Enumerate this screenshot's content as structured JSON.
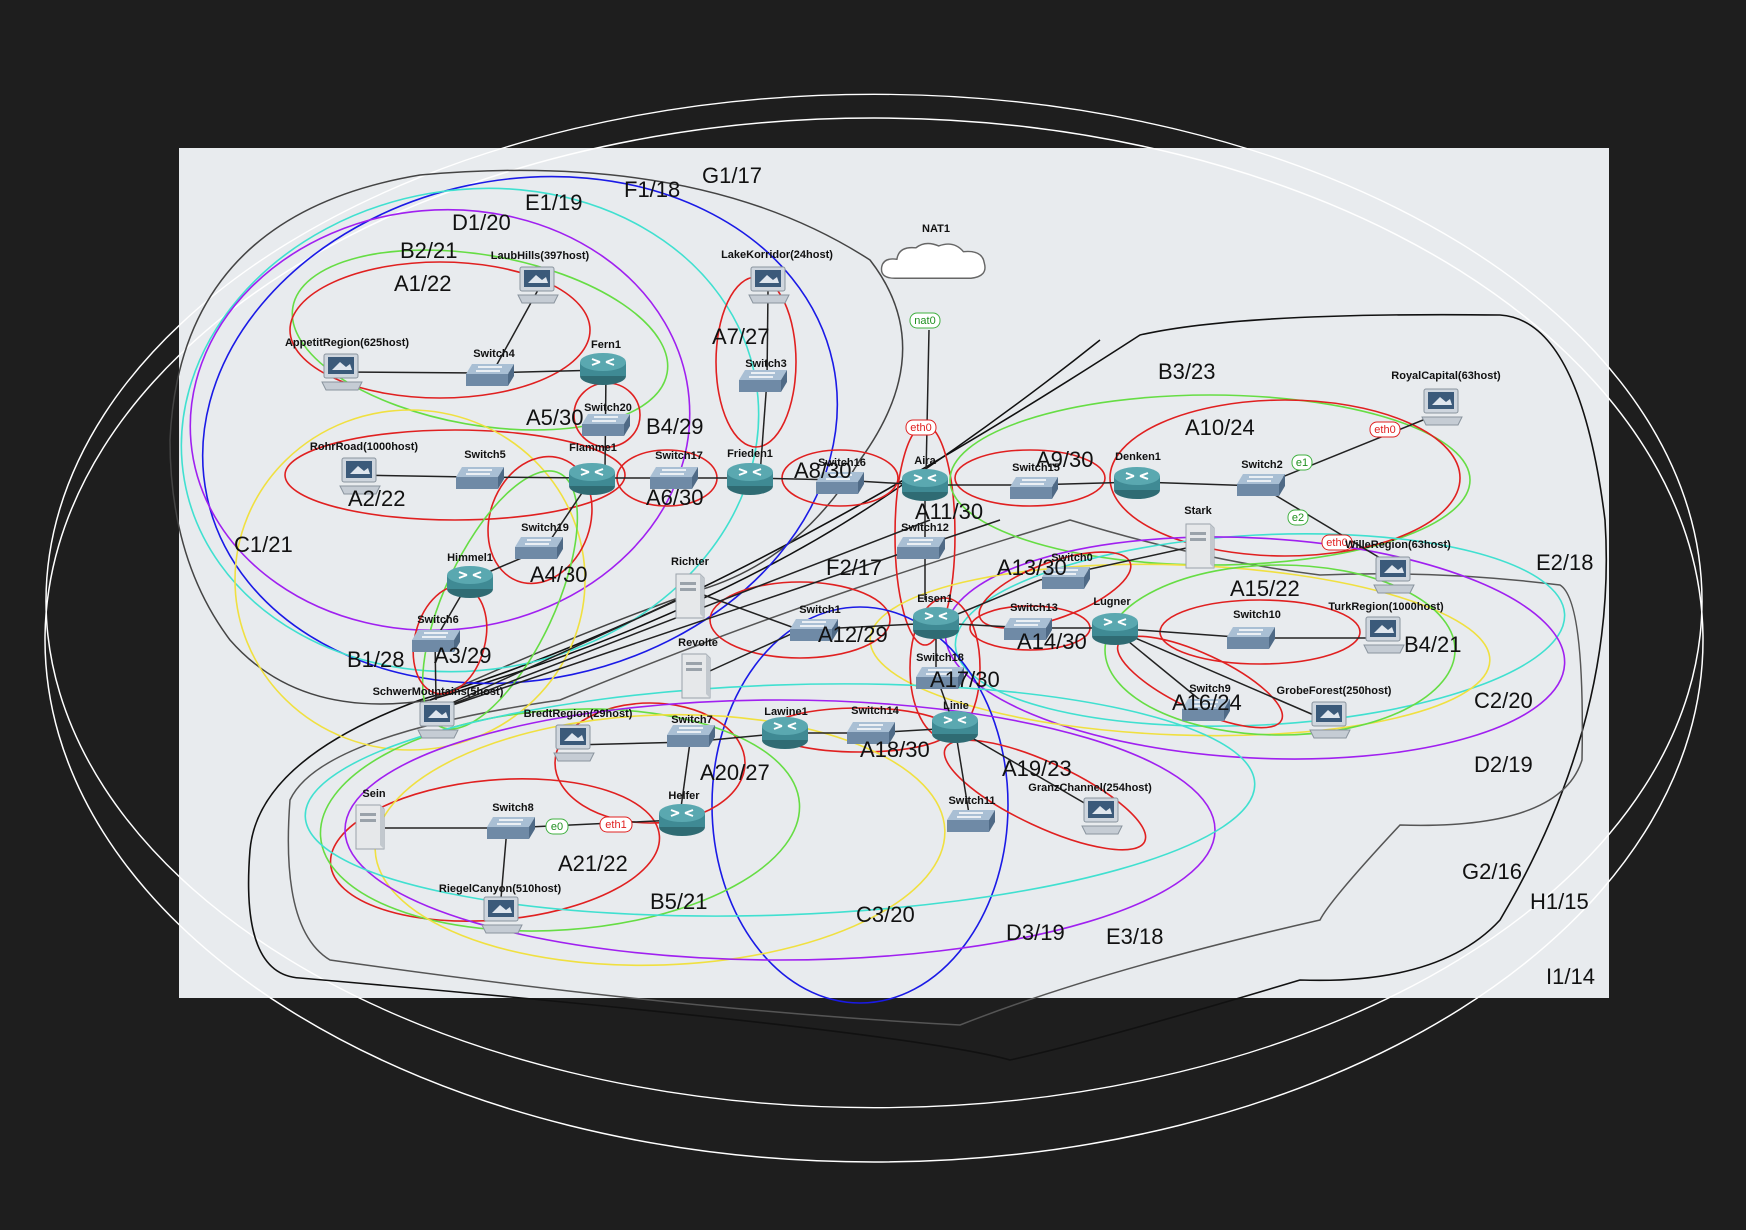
{
  "colors": {
    "background": "#1e1e1e",
    "canvas": "#e8ebee",
    "red": "#e02020",
    "green": "#66dd44",
    "purple": "#a020f0",
    "cyan": "#40e0d0",
    "yellow": "#f0e040",
    "blue": "#1a1ae6",
    "black": "#111111",
    "gray": "#555555",
    "white": "#ffffff"
  },
  "nodes": {
    "nat1": "NAT1",
    "laubhills": "LaubHills(397host)",
    "lakekorridor": "LakeKorridor(24host)",
    "appetit": "AppetitRegion(625host)",
    "switch4": "Switch4",
    "fern1": "Fern1",
    "switch20": "Switch20",
    "switch3": "Switch3",
    "royalcapital": "RoyalCapital(63host)",
    "rohrroad": "RohrRoad(1000host)",
    "switch5": "Switch5",
    "flamme1": "Flamme1",
    "switch17": "Switch17",
    "frieden1": "Frieden1",
    "switch16": "Switch16",
    "aira": "Aira",
    "switch15": "Switch15",
    "denken1": "Denken1",
    "switch2": "Switch2",
    "switch19": "Switch19",
    "switch12": "Switch12",
    "stark": "Stark",
    "willeregion": "WilleRegion(63host)",
    "richter": "Richter",
    "himmel1": "Himmel1",
    "switch0": "Switch0",
    "switch1": "Switch1",
    "eisen1": "Eisen1",
    "switch13": "Switch13",
    "lugner": "Lugner",
    "switch10": "Switch10",
    "turkregion": "TurkRegion(1000host)",
    "switch6": "Switch6",
    "revolte": "Revolte",
    "switch18": "Switch18",
    "schwer": "SchwerMountains(5host)",
    "switch9": "Switch9",
    "grobeforest": "GrobeForest(250host)",
    "bredtregion": "BredtRegion(29host)",
    "switch7": "Switch7",
    "lawine1": "Lawine1",
    "switch14": "Switch14",
    "linie": "Linie",
    "sein": "Sein",
    "switch8": "Switch8",
    "helfer": "Helfer",
    "switch11": "Switch11",
    "granzchannel": "GranzChannel(254host)",
    "riegelcanyon": "RiegelCanyon(510host)"
  },
  "interfaces": {
    "nat0": "nat0",
    "eth0_aira": "eth0",
    "e1": "e1",
    "e2": "e2",
    "eth0_royal": "eth0",
    "eth0_wille": "eth0",
    "e0": "e0",
    "eth1": "eth1"
  },
  "subnets": {
    "G1": "G1/17",
    "F1": "F1/18",
    "E1": "E1/19",
    "D1": "D1/20",
    "B2": "B2/21",
    "A1": "A1/22",
    "A7": "A7/27",
    "B3": "B3/23",
    "A10": "A10/24",
    "A5": "A5/30",
    "B4a": "B4/29",
    "A9": "A9/30",
    "A8": "A8/30",
    "A6": "A6/30",
    "A2": "A2/22",
    "A11": "A11/30",
    "C1": "C1/21",
    "A13": "A13/30",
    "F2": "F2/17",
    "A4": "A4/30",
    "E2": "E2/18",
    "A15": "A15/22",
    "A12": "A12/29",
    "A14": "A14/30",
    "B4b": "B4/21",
    "A3": "A3/29",
    "B1": "B1/28",
    "A17": "A17/30",
    "A16": "A16/24",
    "C2": "C2/20",
    "A20": "A20/27",
    "A18": "A18/30",
    "A19": "A19/23",
    "D2": "D2/19",
    "A21": "A21/22",
    "G2": "G2/16",
    "B5": "B5/21",
    "H1": "H1/15",
    "C3": "C3/20",
    "D3": "D3/19",
    "E3": "E3/18",
    "I1": "I1/14"
  }
}
